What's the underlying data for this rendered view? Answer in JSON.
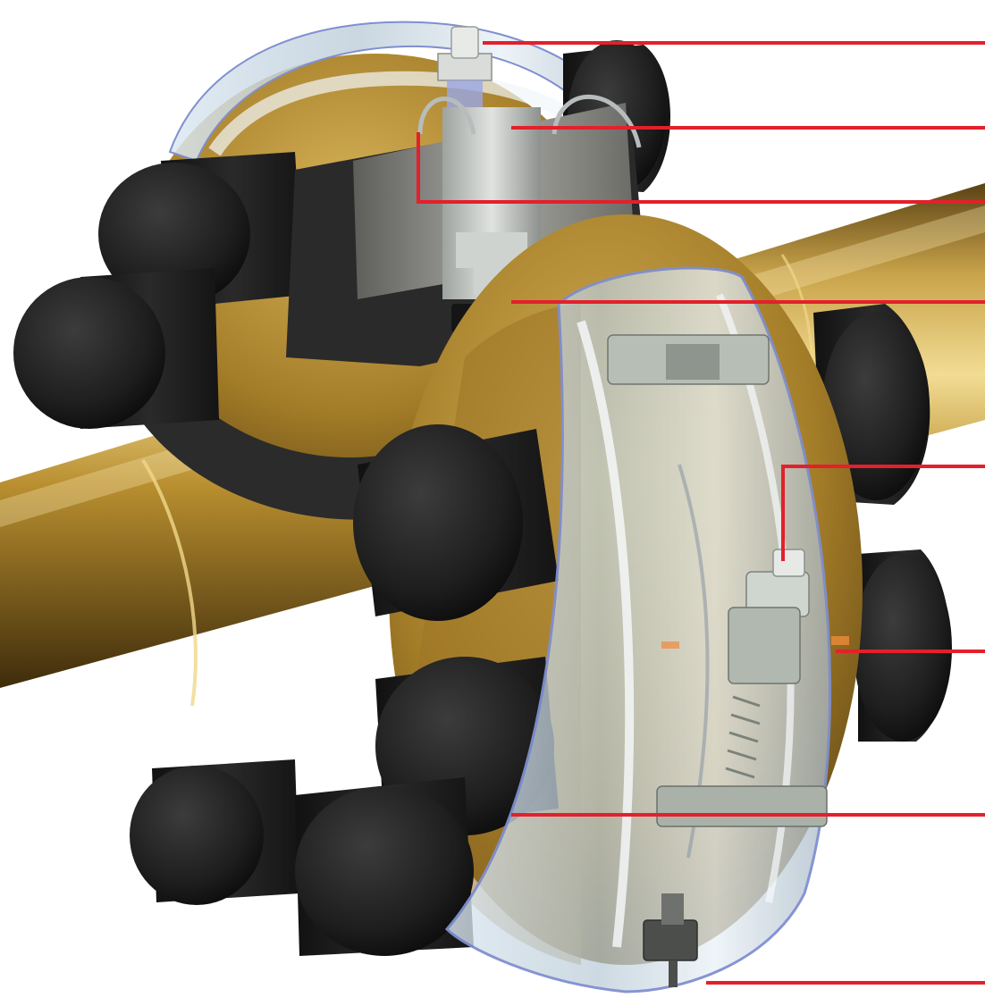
{
  "figure": {
    "subject": "flange-spray-shield-cutaway",
    "annotation_color": "#e3202b",
    "callouts": [
      {
        "name": "top-bolt-nut",
        "label": ""
      },
      {
        "name": "mounting-block",
        "label": ""
      },
      {
        "name": "wire-tie-loop",
        "label": ""
      },
      {
        "name": "block-slot",
        "label": ""
      },
      {
        "name": "band-clamp-screw",
        "label": ""
      },
      {
        "name": "transparent-shield-band",
        "label": ""
      },
      {
        "name": "bolt-cap",
        "label": ""
      },
      {
        "name": "drain-bolt",
        "label": ""
      }
    ]
  },
  "colors": {
    "pipe_brass": "#b8902e",
    "pipe_highlight": "#f0d889",
    "pipe_shadow": "#4a3510",
    "cap_black": "#1c1c1c",
    "steel_block": "#8c8c88",
    "shield_clear": "#cfe0ec",
    "shield_edge": "#7f8fd0"
  }
}
